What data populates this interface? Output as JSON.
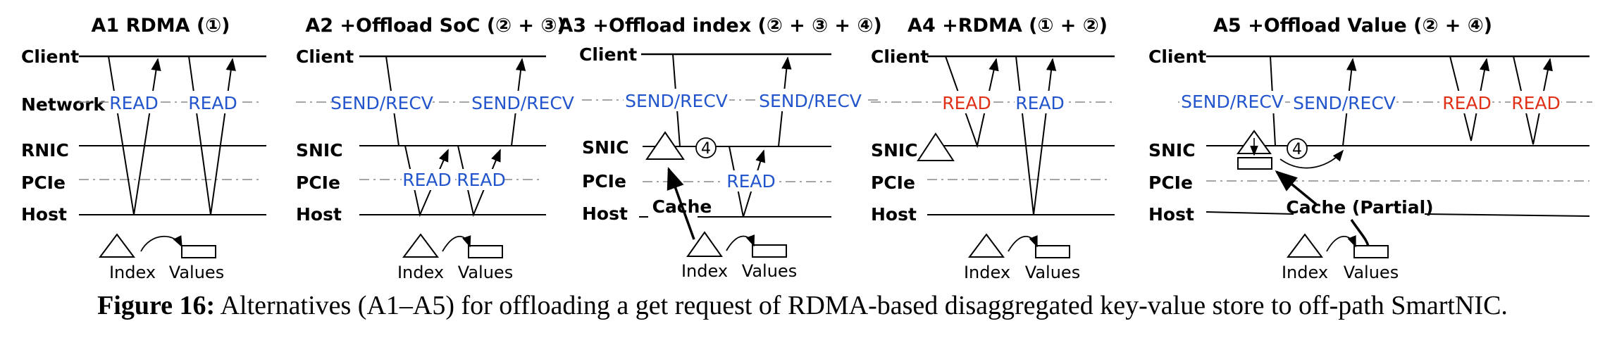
{
  "colors": {
    "blue": "#2255cc",
    "red": "#e03018",
    "ink": "#000000",
    "dash": "#888888"
  },
  "panels": [
    {
      "title": "A1 RDMA (①)",
      "rows": [
        "Client",
        "Network",
        "RNIC",
        "PCIe",
        "Host"
      ],
      "messages": [
        "READ",
        "READ"
      ],
      "bottom": {
        "index": "Index",
        "values": "Values"
      }
    },
    {
      "title": "A2 +Offload SoC (② + ③)",
      "rows": [
        "Client",
        "SNIC",
        "PCIe",
        "Host"
      ],
      "messages": [
        "SEND/RECV",
        "SEND/RECV",
        "READ",
        "READ"
      ],
      "bottom": {
        "index": "Index",
        "values": "Values"
      }
    },
    {
      "title": "A3 +Offload index (② + ③ + ④)",
      "rows": [
        "Client",
        "SNIC",
        "PCIe",
        "Host"
      ],
      "messages": [
        "SEND/RECV",
        "SEND/RECV",
        "READ"
      ],
      "step": "4",
      "cache": "Cache",
      "bottom": {
        "index": "Index",
        "values": "Values"
      }
    },
    {
      "title": "A4 +RDMA (① + ②)",
      "rows": [
        "Client",
        "SNIC",
        "PCIe",
        "Host"
      ],
      "messages": [
        "READ",
        "READ"
      ],
      "bottom": {
        "index": "Index",
        "values": "Values"
      }
    },
    {
      "title": "A5 +Offload Value (② + ④)",
      "rows": [
        "Client",
        "SNIC",
        "PCIe",
        "Host"
      ],
      "messages": [
        "SEND/RECV",
        "SEND/RECV",
        "READ",
        "READ"
      ],
      "step": "4",
      "cache": "Cache (Partial)",
      "bottom": {
        "index": "Index",
        "values": "Values"
      }
    }
  ],
  "caption": {
    "label": "Figure 16:",
    "text": " Alternatives (A1–A5) for offloading a get request of RDMA-based disaggregated key-value store to off-path SmartNIC."
  }
}
